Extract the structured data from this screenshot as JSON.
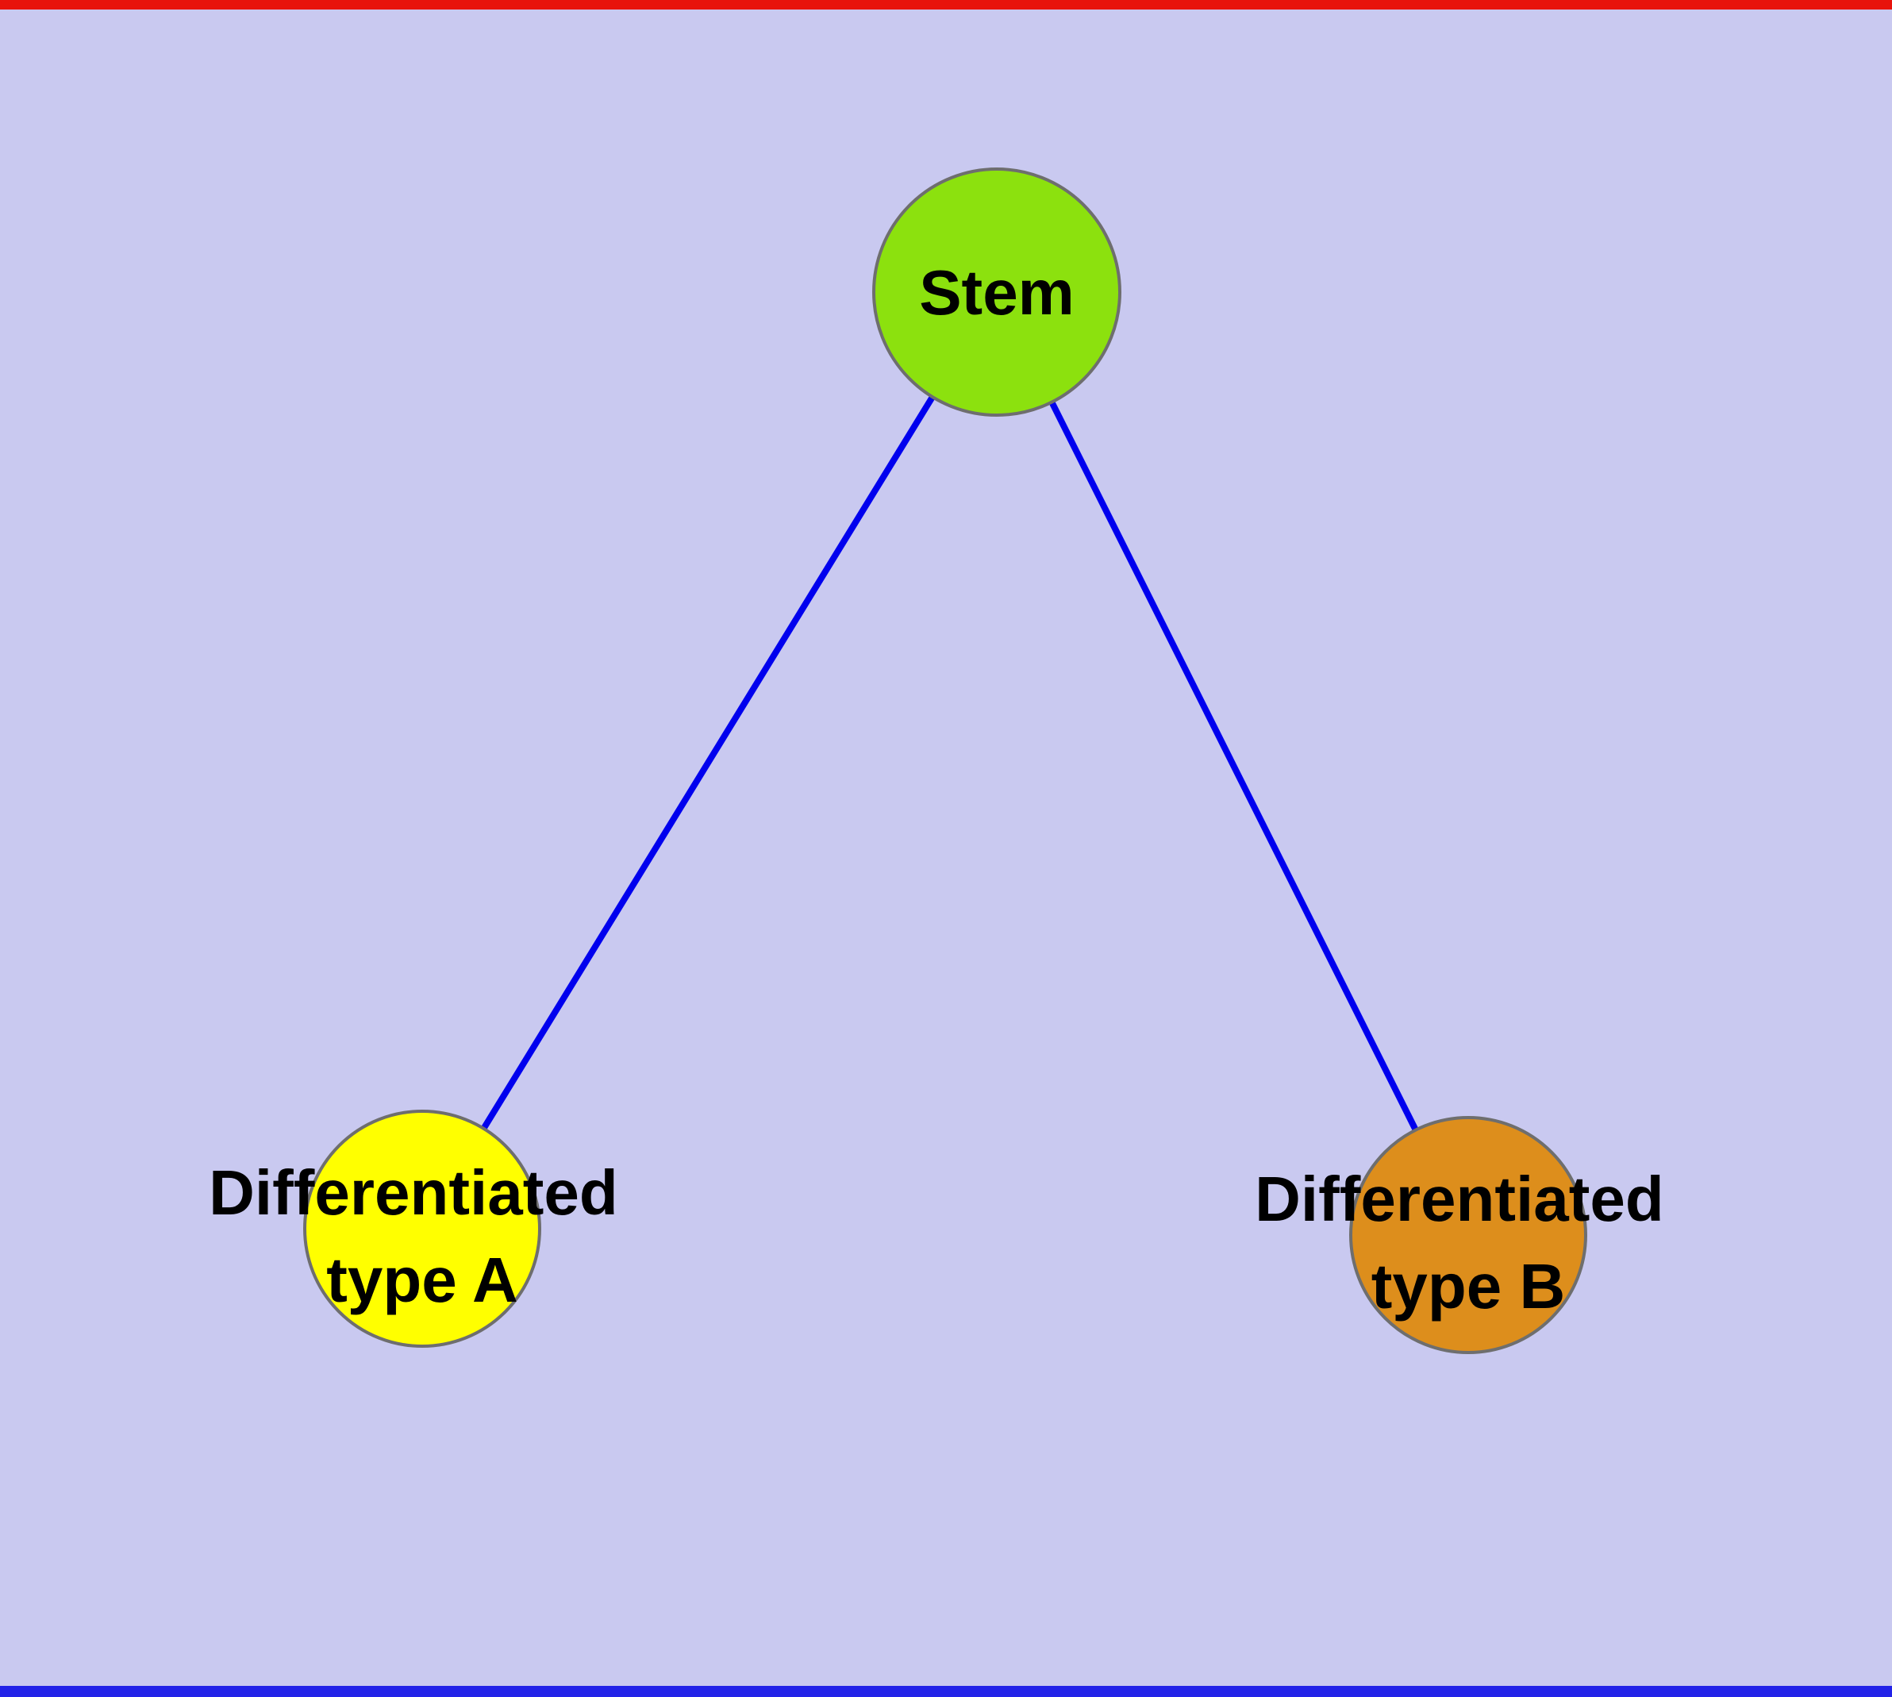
{
  "diagram": {
    "background_color": "#c9c9f0",
    "edge_color": "#0000ee",
    "top_line_color": "#e8130c",
    "bottom_line_color": "#2222e8",
    "node_border_color": "#6e6e6e",
    "nodes": {
      "stem": {
        "label": "Stem",
        "fill": "#8ce10e"
      },
      "type_a": {
        "label_line1": "Differentiated",
        "label_line2": "type A",
        "fill": "#ffff00"
      },
      "type_b": {
        "label_line1": "Differentiated",
        "label_line2": "type B",
        "fill": "#dd8e1c"
      }
    },
    "edges": [
      {
        "from": "stem",
        "to": "type_a"
      },
      {
        "from": "stem",
        "to": "type_b"
      }
    ]
  }
}
